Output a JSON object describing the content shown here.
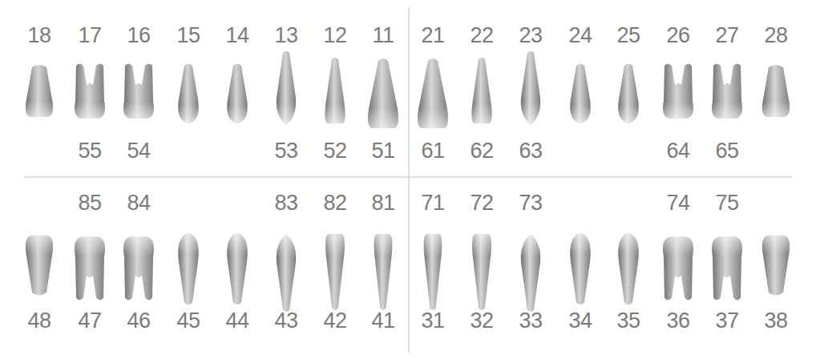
{
  "diagram": {
    "labels": [
      "18",
      "17",
      "16",
      "15",
      "14",
      "13",
      "12",
      "11",
      "21",
      "22",
      "23",
      "24",
      "25",
      "26",
      "27",
      "28",
      "55",
      "54",
      "53",
      "52",
      "51",
      "61",
      "62",
      "63",
      "64",
      "65",
      "85",
      "84",
      "83",
      "82",
      "81",
      "71",
      "72",
      "73",
      "74",
      "75",
      "48",
      "47",
      "46",
      "45",
      "44",
      "43",
      "42",
      "41",
      "31",
      "32",
      "33",
      "34",
      "35",
      "36",
      "37",
      "38"
    ]
  }
}
